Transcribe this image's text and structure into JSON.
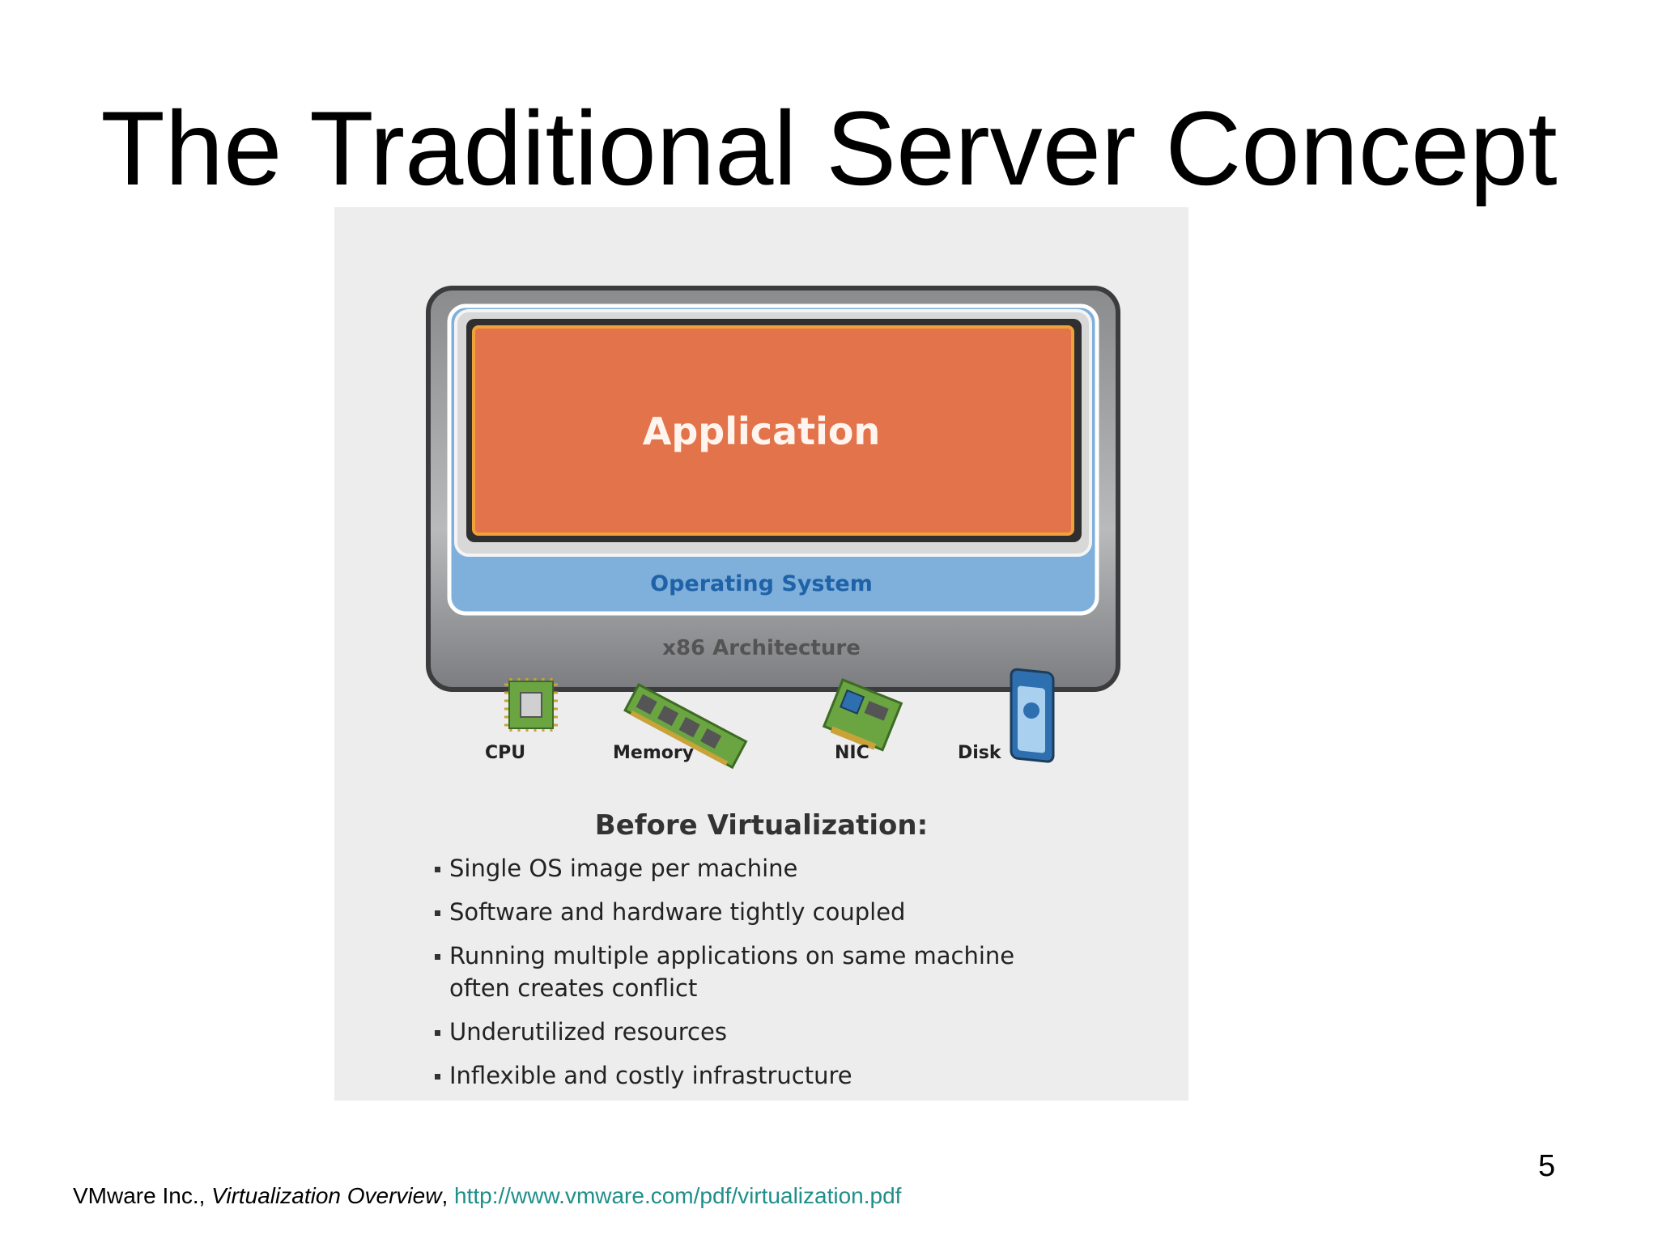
{
  "slide": {
    "title": "The Traditional Server Concept",
    "page_number": "5"
  },
  "figure": {
    "layers": {
      "application": "Application",
      "operating_system": "Operating System",
      "architecture": "x86 Architecture"
    },
    "hardware": {
      "cpu": "CPU",
      "memory": "Memory",
      "nic": "NIC",
      "disk": "Disk"
    },
    "heading": "Before Virtualization:",
    "bullets": [
      "Single OS image per machine",
      "Software and hardware tightly coupled",
      "Running multiple applications on same machine\n often creates conflict",
      "Underutilized resources",
      "Inflexible and costly infrastructure"
    ],
    "colors": {
      "application": "#e3734a",
      "operating_system": "#7fb0db",
      "frame": "#6f7072",
      "panel_background": "#ededed"
    }
  },
  "footer": {
    "author": "VMware Inc., ",
    "source_title": "Virtualization Overview",
    "separator": ", ",
    "url": "http://www.vmware.com/pdf/virtualization.pdf"
  }
}
